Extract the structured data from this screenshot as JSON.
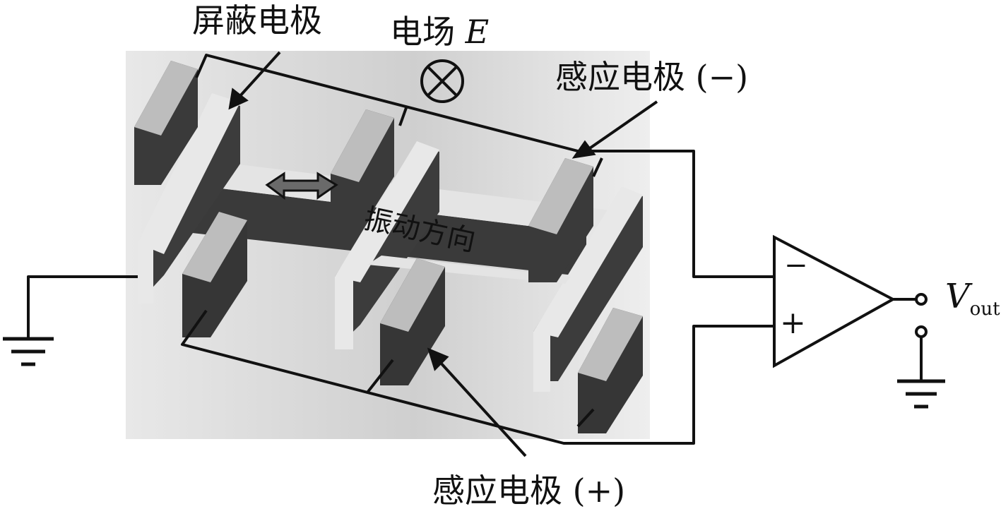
{
  "labels": {
    "shield_electrode": "屏蔽电极",
    "electric_field_prefix": "电场",
    "electric_field_symbol": "E",
    "sense_electrode_negative": "感应电极 (−)",
    "sense_electrode_positive": "感应电极 (+)",
    "vibration_direction": "振动方向",
    "output_voltage_symbol": "V",
    "output_voltage_subscript": "out",
    "amp_inverting_input": "−",
    "amp_noninverting_input": "+"
  },
  "icons": {
    "field_into_page": "circle-cross-icon",
    "ground": "ground-icon",
    "amplifier": "op-amp-triangle-icon",
    "terminal": "open-circle-terminal-icon",
    "vibration": "double-arrow-icon"
  },
  "colors": {
    "background_panel": "#d8d8d8",
    "block_front": "#3a3a3a",
    "block_top": "#bdbdbd",
    "shield_light": "#e6e6e6",
    "wire": "#111111"
  }
}
